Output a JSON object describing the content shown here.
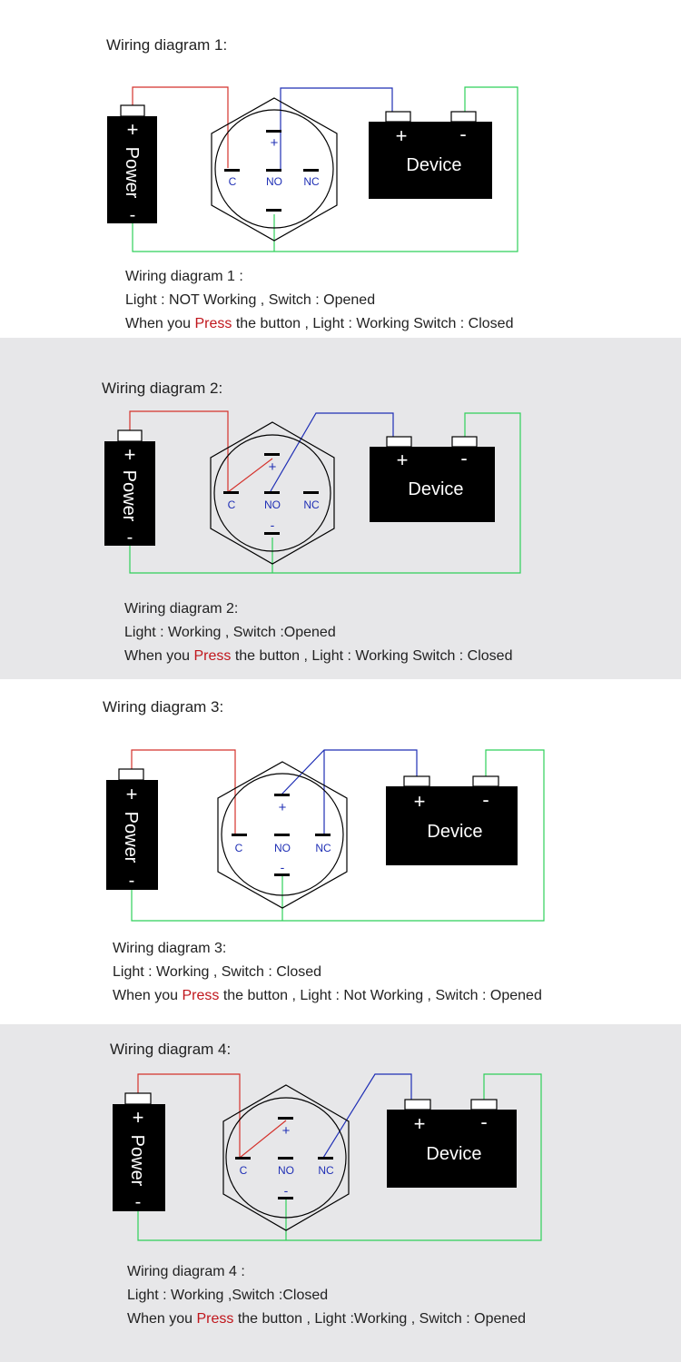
{
  "labels": {
    "power": "Power",
    "device": "Device",
    "plus": "+",
    "minus": "-",
    "c": "C",
    "no": "NO",
    "nc": "NC"
  },
  "colors": {
    "power_wire": "#d4322c",
    "signal_wire": "#1f2fb5",
    "ground_wire": "#2fd05a",
    "press_text": "#c0161c"
  },
  "diagrams": [
    {
      "heading": "Wiring diagram 1:",
      "desc_title": "Wiring diagram 1 :",
      "state": "Light :  NOT Working , Switch : Opened",
      "press_prefix": "When you ",
      "press_word": "Press",
      "press_suffix": " the button , Light : Working  Switch : Closed"
    },
    {
      "heading": "Wiring diagram 2:",
      "desc_title": "Wiring diagram 2:",
      "state": "Light : Working , Switch :Opened",
      "press_prefix": "When you ",
      "press_word": "Press",
      "press_suffix": " the button , Light : Working Switch : Closed"
    },
    {
      "heading": "Wiring diagram 3:",
      "desc_title": "Wiring diagram 3:",
      "state": "Light :  Working , Switch : Closed",
      "press_prefix": "When you ",
      "press_word": "Press",
      "press_suffix": " the button , Light : Not Working , Switch : Opened"
    },
    {
      "heading": "Wiring diagram 4:",
      "desc_title": "Wiring diagram 4 :",
      "state": "Light : Working ,Switch :Closed",
      "press_prefix": "When you ",
      "press_word": "Press",
      "press_suffix": " the button , Light :Working , Switch : Opened"
    }
  ]
}
